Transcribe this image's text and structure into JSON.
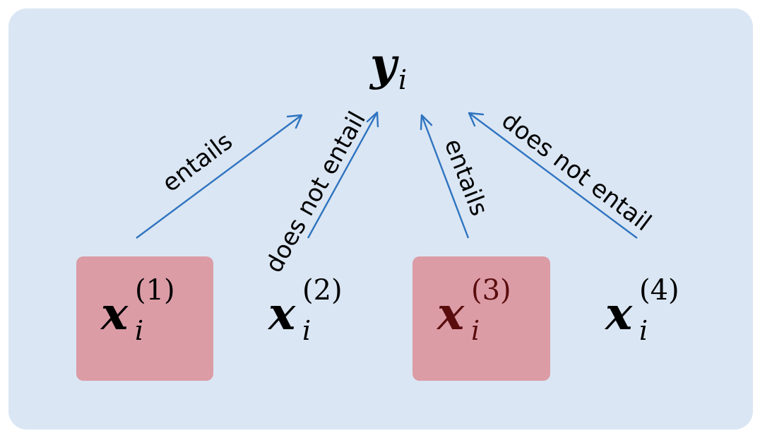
{
  "target": {
    "symbol": "y",
    "subscript": "i"
  },
  "inputs": [
    {
      "symbol": "x",
      "subscript": "i",
      "superscript": "(1)",
      "highlighted": true
    },
    {
      "symbol": "x",
      "subscript": "i",
      "superscript": "(2)",
      "highlighted": false
    },
    {
      "symbol": "x",
      "subscript": "i",
      "superscript": "(3)",
      "highlighted": true
    },
    {
      "symbol": "x",
      "subscript": "i",
      "superscript": "(4)",
      "highlighted": false
    }
  ],
  "edges": [
    {
      "label": "entails"
    },
    {
      "label": "does not entail"
    },
    {
      "label": "entails"
    },
    {
      "label": "does not entail"
    }
  ],
  "colors": {
    "panel": "#dae6f3",
    "highlight_box": "#db9ca6",
    "arrow": "#2f74c0",
    "highlight_text": "#5a0d0d"
  }
}
